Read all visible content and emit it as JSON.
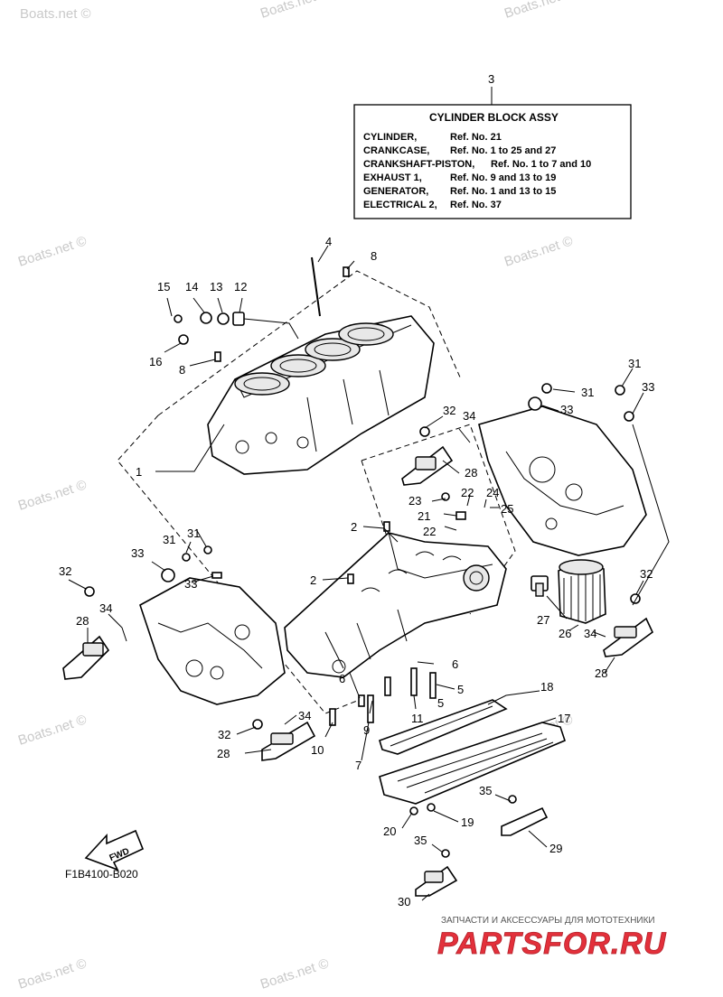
{
  "watermark": "Boats.net ©",
  "assembly_box": {
    "ref_number": "3",
    "title": "CYLINDER BLOCK ASSY",
    "rows": [
      {
        "name": "CYLINDER,",
        "ref": "Ref. No. 21"
      },
      {
        "name": "CRANKCASE,",
        "ref": "Ref. No. 1 to 25 and 27"
      },
      {
        "name": "CRANKSHAFT-PISTON,",
        "ref": "Ref. No. 1 to 7 and 10"
      },
      {
        "name": "EXHAUST 1,",
        "ref": "Ref. No. 9 and 13 to 19"
      },
      {
        "name": "GENERATOR,",
        "ref": "Ref. No. 1 and 13 to 15"
      },
      {
        "name": "ELECTRICAL 2,",
        "ref": "Ref. No. 37"
      }
    ]
  },
  "callouts": [
    "1",
    "2",
    "2",
    "4",
    "5",
    "5",
    "6",
    "6",
    "7",
    "8",
    "8",
    "9",
    "10",
    "11",
    "12",
    "13",
    "14",
    "15",
    "16",
    "17",
    "18",
    "19",
    "20",
    "21",
    "22",
    "22",
    "23",
    "24",
    "25",
    "26",
    "27",
    "28",
    "28",
    "28",
    "28",
    "29",
    "30",
    "31",
    "31",
    "31",
    "31",
    "32",
    "32",
    "32",
    "32",
    "33",
    "33",
    "33",
    "33",
    "34",
    "34",
    "34",
    "34",
    "35",
    "35"
  ],
  "fwd_label": "FWD",
  "diagram_code": "F1B4100-B020",
  "shop_banner": {
    "tagline": "ЗАПЧАСТИ И АКСЕССУАРЫ ДЛЯ МОТОТЕХНИКИ",
    "logo": "PARTSFOR.RU",
    "logo_color": "#e3303b"
  }
}
